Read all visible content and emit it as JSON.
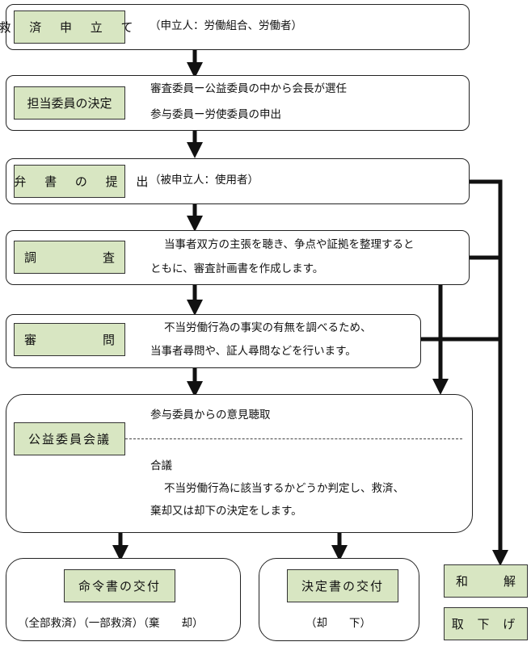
{
  "steps": {
    "petition": {
      "label": "救 済 申 立 て",
      "note": "（申立人：労働組合、労働者）"
    },
    "committee": {
      "label": "担当委員の決定",
      "line1": "審査委員ー公益委員の中から会長が選任",
      "line2": "参与委員ー労使委員の申出"
    },
    "answer": {
      "label": "答 弁 書 の 提 出",
      "note": "（被申立人：使用者）"
    },
    "investigation": {
      "label_left": "調",
      "label_right": "査",
      "line1": "当事者双方の主張を聴き、争点や証拠を整理すると",
      "line2": "ともに、審査計画書を作成します。"
    },
    "hearing": {
      "label_left": "審",
      "label_right": "問",
      "line1": "不当労働行為の事実の有無を調べるため、",
      "line2": "当事者尋問や、証人尋問などを行います。"
    },
    "council": {
      "label": "公益委員会議",
      "line_top": "参与委員からの意見聴取",
      "heading": "合議",
      "line1": "不当労働行為に該当するかどうか判定し、救済、",
      "line2": "棄却又は却下の決定をします。"
    }
  },
  "outcomes": {
    "order": {
      "label": "命令書の交付",
      "note": "（全部救済）（一部救済）（棄　　却）"
    },
    "decision": {
      "label": "決定書の交付",
      "note": "（却　　下）"
    },
    "settlement": {
      "label_left": "和",
      "label_right": "解"
    },
    "withdrawal": {
      "label": "取 下 げ"
    }
  },
  "colors": {
    "tag_fill": "#d8e6c2",
    "line": "#111111"
  }
}
